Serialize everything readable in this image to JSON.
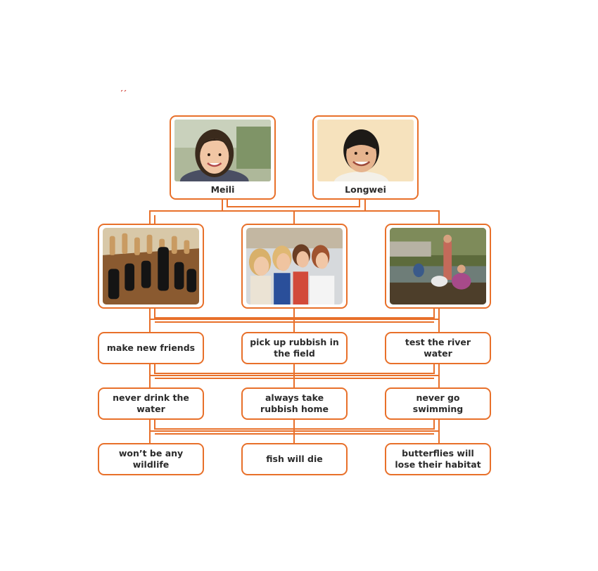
{
  "colors": {
    "connector": "#e8702a",
    "box_border": "#e8702a",
    "text": "#2b2b2b"
  },
  "people": [
    {
      "name": "Meili",
      "photo": "smiling girl portrait"
    },
    {
      "name": "Longwei",
      "photo": "smiling boy portrait"
    }
  ],
  "activities": [
    {
      "photo": "chess pieces on a board"
    },
    {
      "photo": "children singing in a group"
    },
    {
      "photo": "people by a river with a dog"
    }
  ],
  "rows": [
    [
      "make new friends",
      "pick up rubbish in the field",
      "test the river water"
    ],
    [
      "never drink the water",
      "always take rubbish home",
      "never go swimming"
    ],
    [
      "won’t be any wildlife",
      "fish will die",
      "butterflies will lose their habitat"
    ]
  ]
}
